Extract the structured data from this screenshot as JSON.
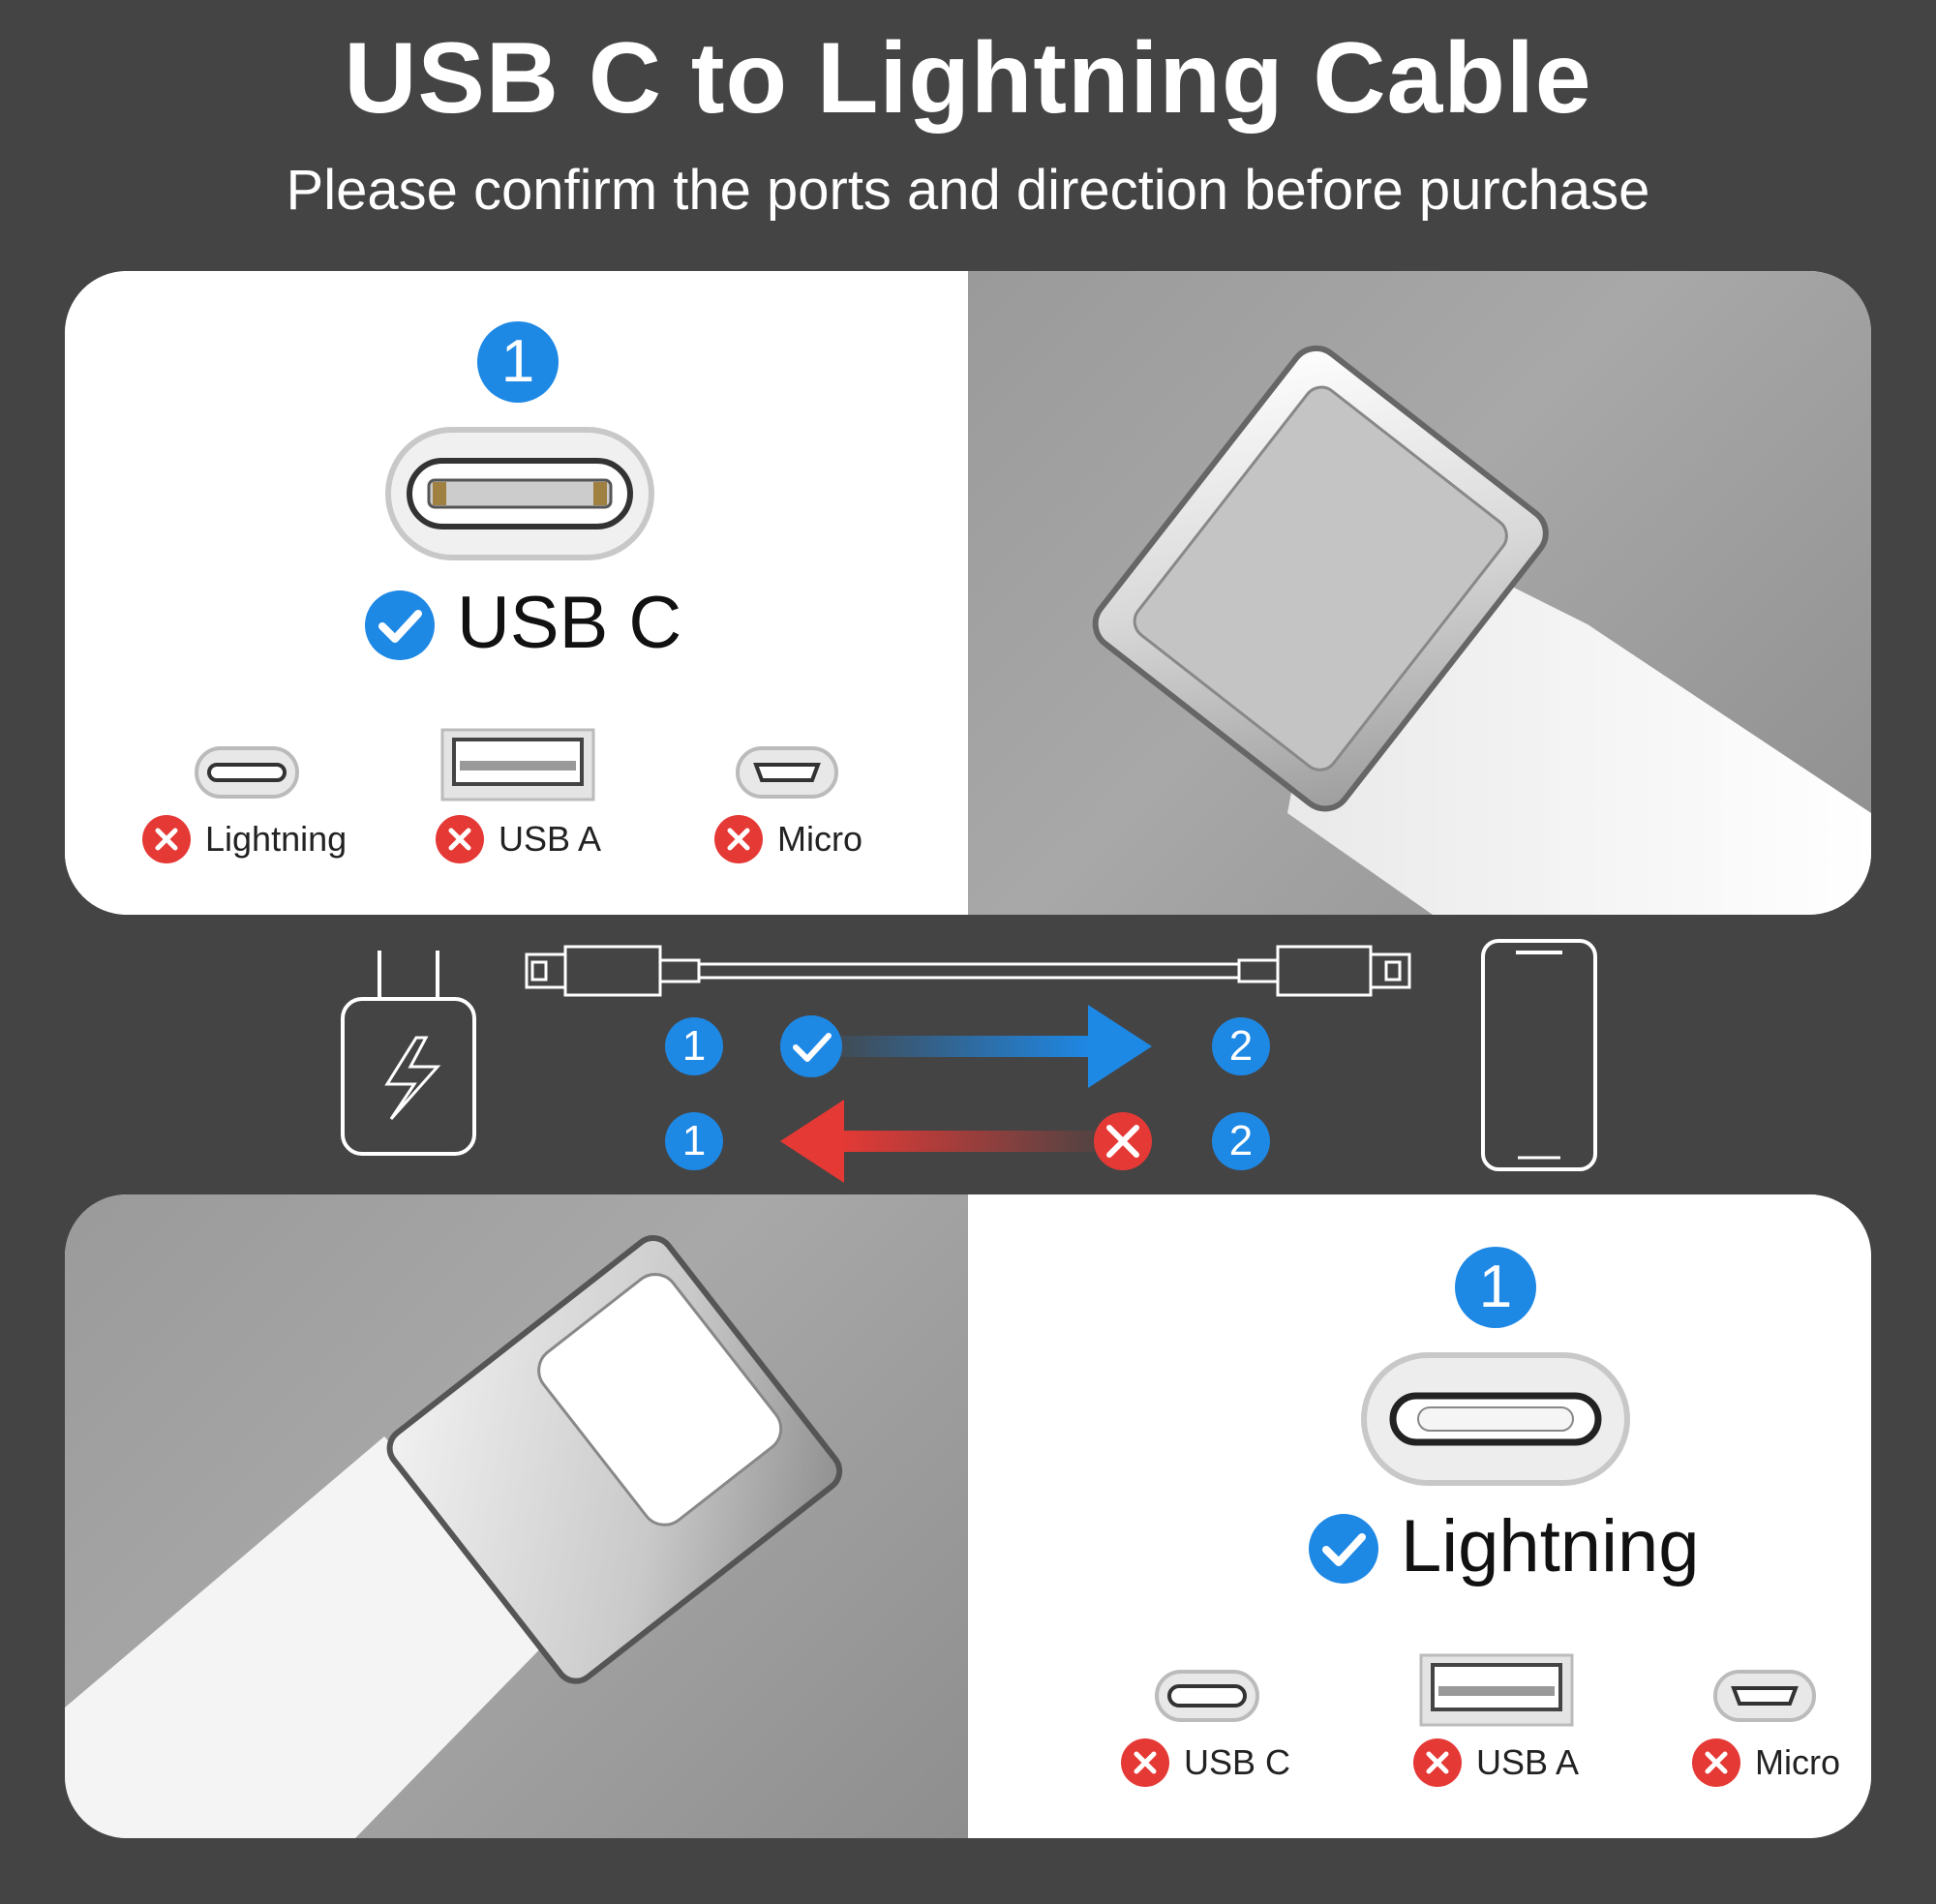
{
  "header": {
    "title": "USB C to Lightning Cable",
    "subtitle": "Please confirm the ports and direction before purchase"
  },
  "top_panel": {
    "badge": "1",
    "correct_label": "USB C",
    "wrong_options": [
      "Lightning",
      "USB A",
      "Micro"
    ]
  },
  "middle": {
    "row1": {
      "left": "1",
      "right": "2",
      "status": "check"
    },
    "row2": {
      "left": "1",
      "right": "2",
      "status": "cross"
    }
  },
  "bottom_panel": {
    "badge": "1",
    "correct_label": "Lightning",
    "wrong_options": [
      "USB C",
      "USB A",
      "Micro"
    ]
  },
  "colors": {
    "background": "#444444",
    "accent_blue": "#1e88e5",
    "error_red": "#e53935",
    "panel_gray": "#9a9a9a"
  }
}
